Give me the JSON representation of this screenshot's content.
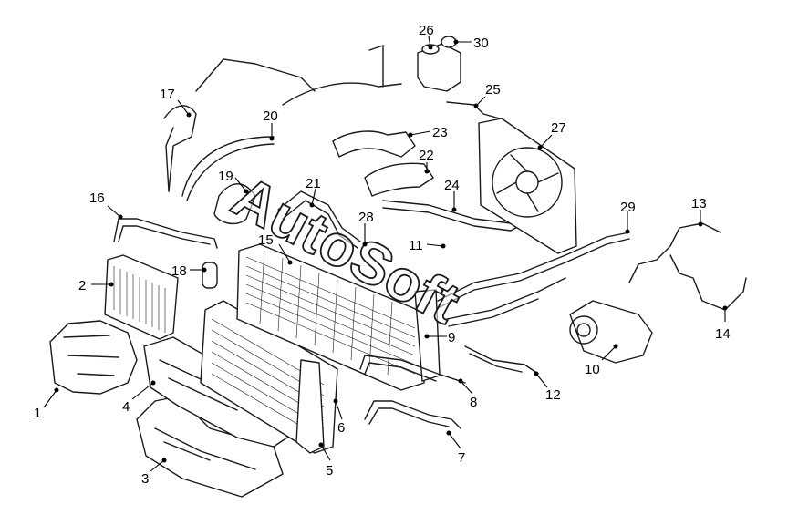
{
  "watermark": "AutoSoft",
  "colors": {
    "ink": "#1a1a1a",
    "background": "#ffffff"
  },
  "callouts": [
    {
      "n": "1"
    },
    {
      "n": "2"
    },
    {
      "n": "3"
    },
    {
      "n": "4"
    },
    {
      "n": "5"
    },
    {
      "n": "6"
    },
    {
      "n": "7"
    },
    {
      "n": "8"
    },
    {
      "n": "9"
    },
    {
      "n": "10"
    },
    {
      "n": "11"
    },
    {
      "n": "12"
    },
    {
      "n": "13"
    },
    {
      "n": "14"
    },
    {
      "n": "15"
    },
    {
      "n": "16"
    },
    {
      "n": "17"
    },
    {
      "n": "18"
    },
    {
      "n": "19"
    },
    {
      "n": "20"
    },
    {
      "n": "21"
    },
    {
      "n": "22"
    },
    {
      "n": "23"
    },
    {
      "n": "24"
    },
    {
      "n": "25"
    },
    {
      "n": "26"
    },
    {
      "n": "27"
    },
    {
      "n": "28"
    },
    {
      "n": "29"
    },
    {
      "n": "30"
    }
  ]
}
